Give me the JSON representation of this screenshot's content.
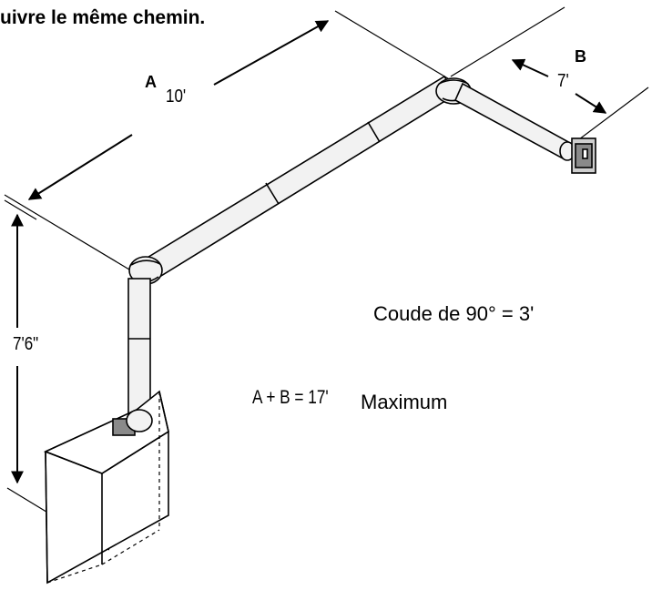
{
  "heading": "uivre le même chemin.",
  "labels": {
    "a": "A",
    "a_length": "10'",
    "b": "B",
    "b_length": "7'",
    "vertical_length": "7'6\"",
    "elbow_rule": "Coude de 90° = 3'",
    "sum_rule": "A + B = 17'",
    "maximum": "Maximum"
  },
  "colors": {
    "line": "#000000",
    "pipe_fill": "#f2f2f2",
    "background": "#ffffff"
  }
}
